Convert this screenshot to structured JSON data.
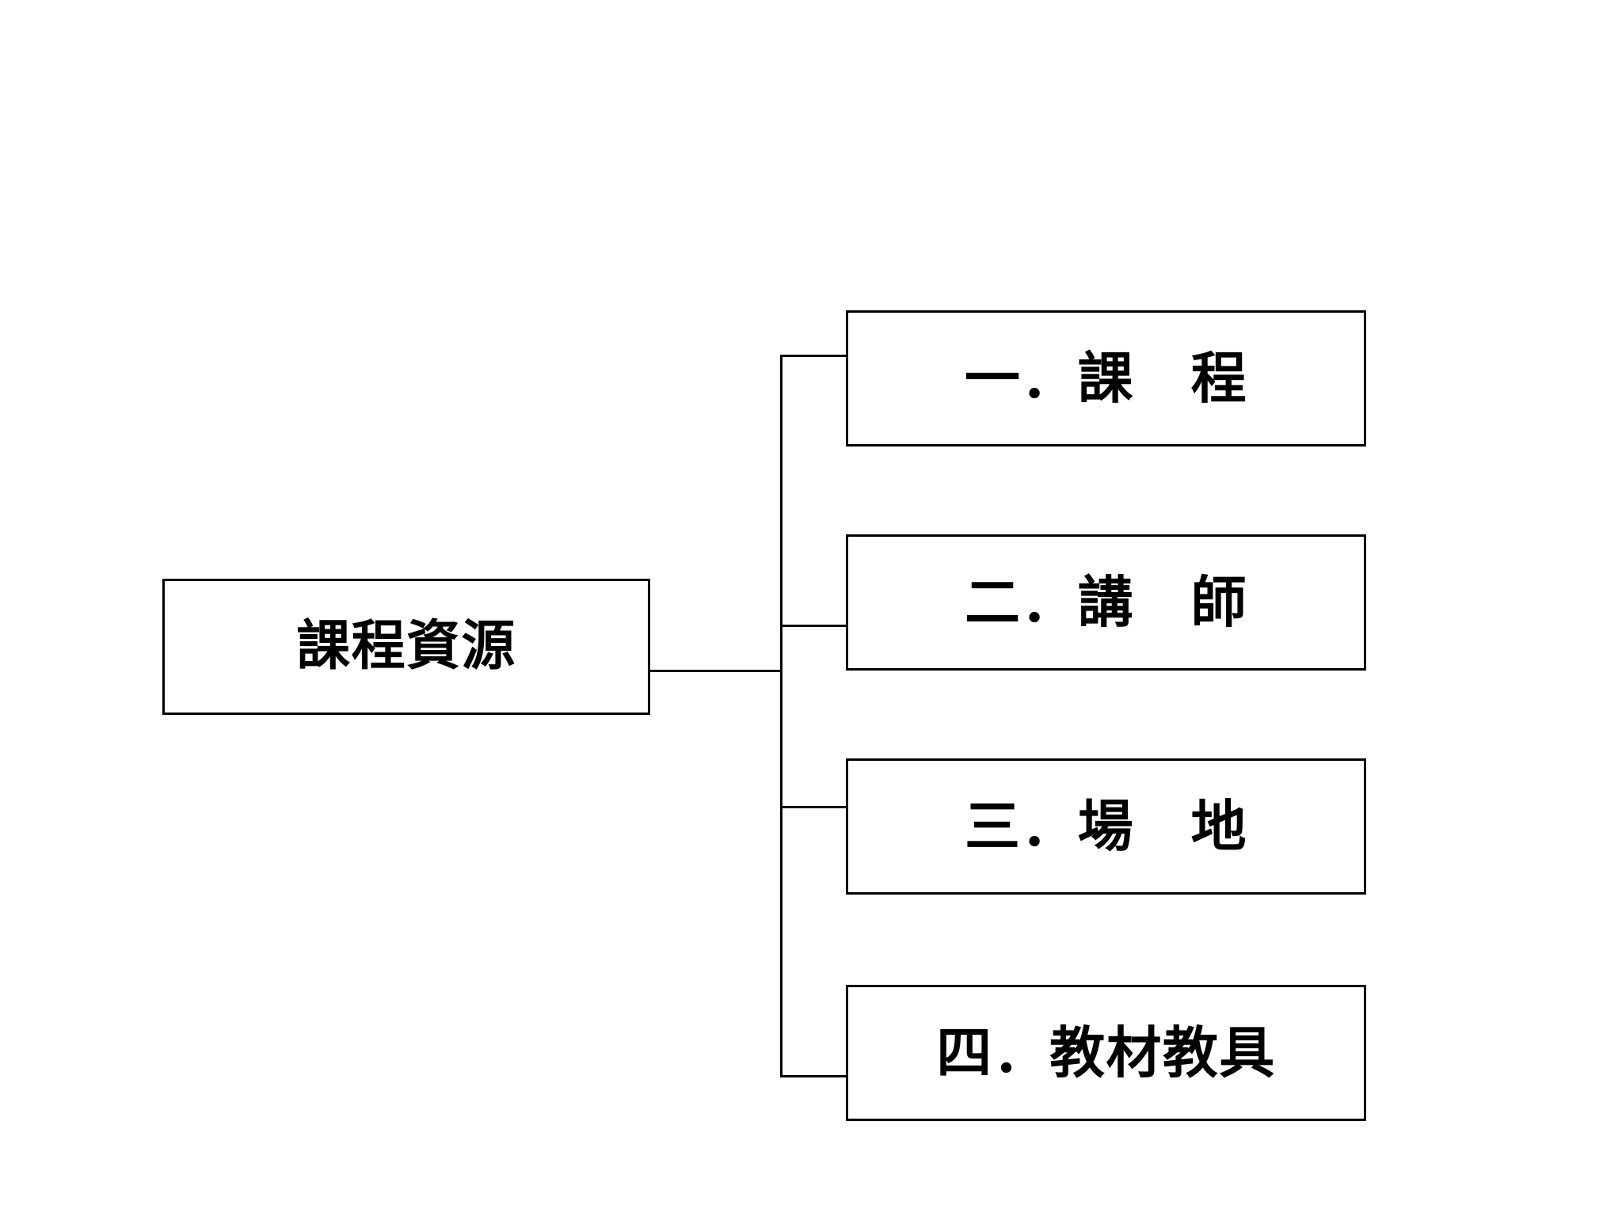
{
  "diagram": {
    "type": "tree",
    "orientation": "left-to-right",
    "title": "課程資源",
    "stroke_color": "#000000",
    "background_color": "#ffffff",
    "text_color": "#000000",
    "root": {
      "label": "課程資源"
    },
    "children": [
      {
        "index": "一",
        "label": "一．課　程"
      },
      {
        "index": "二",
        "label": "二．講　師"
      },
      {
        "index": "三",
        "label": "三．場　地"
      },
      {
        "index": "四",
        "label": "四．教材教具"
      }
    ]
  }
}
